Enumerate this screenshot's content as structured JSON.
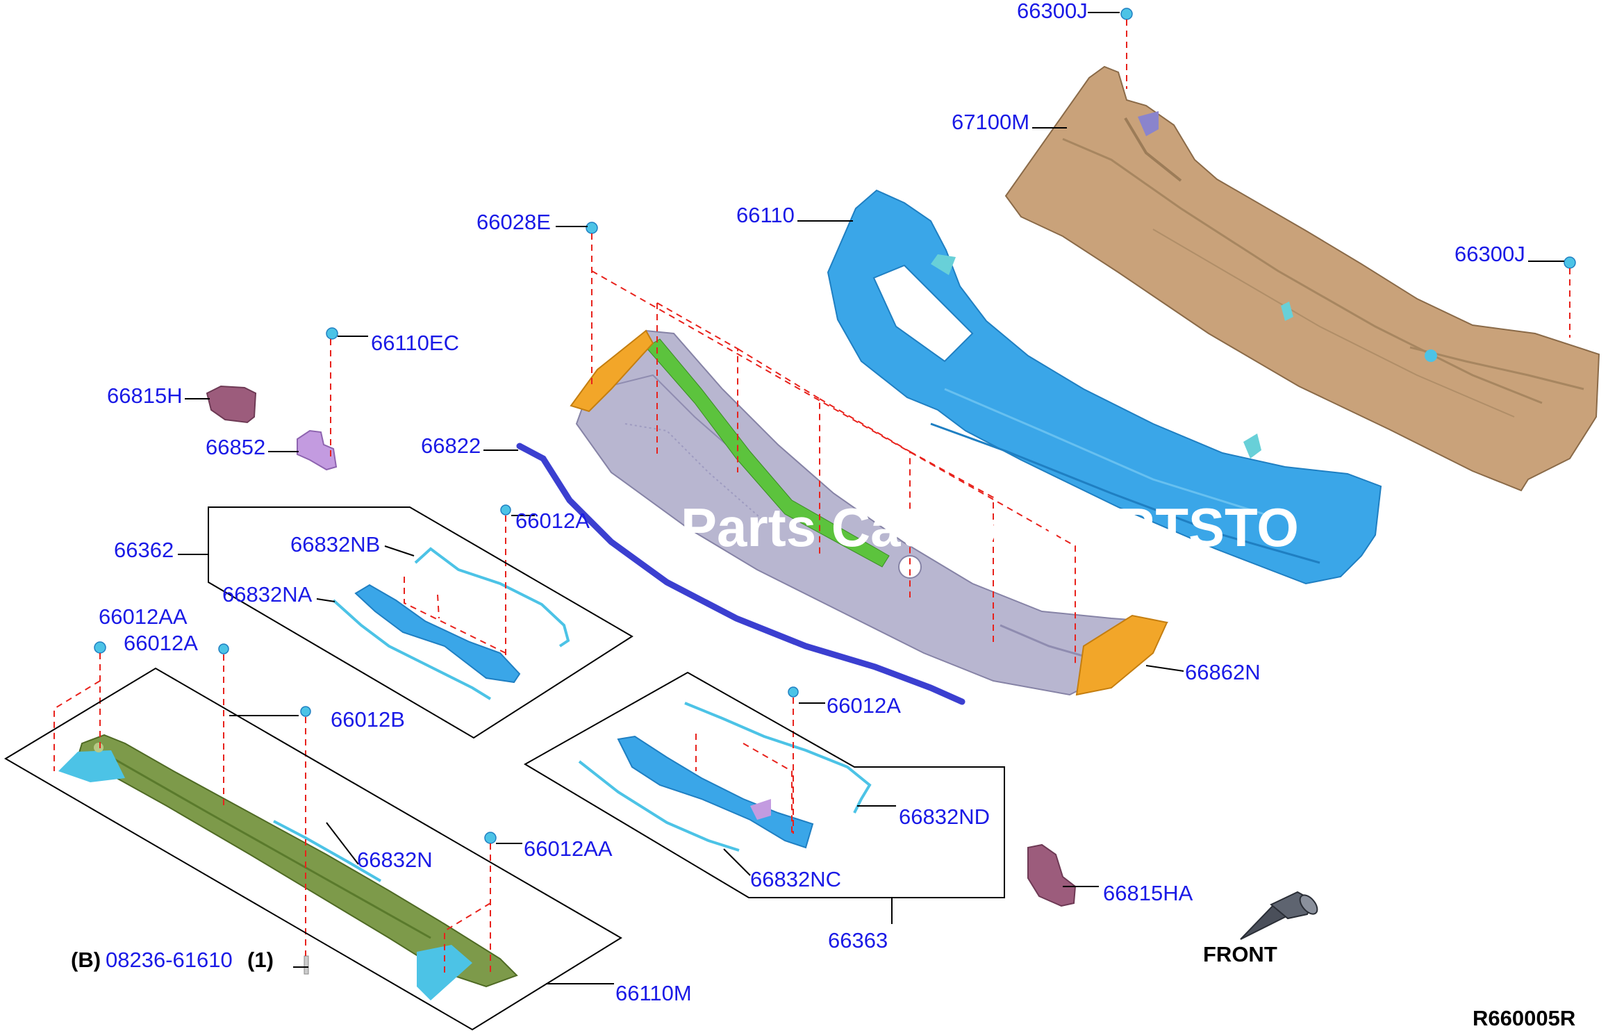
{
  "diagram": {
    "code": "R660005R",
    "front_label": "FRONT",
    "watermark": "Parts Catalog PARTSTO",
    "bolt": {
      "prefix": "(B)",
      "number": "08236-61610",
      "qty": "(1)"
    },
    "labels": {
      "p66300J_top": "66300J",
      "p67100M": "67100M",
      "p66300J_right": "66300J",
      "p66110": "66110",
      "p66028E": "66028E",
      "p66110EC": "66110EC",
      "p66815H": "66815H",
      "p66852": "66852",
      "p66822": "66822",
      "p66012A_mid": "66012A",
      "p66362": "66362",
      "p66832NB": "66832NB",
      "p66832NA": "66832NA",
      "p66012AA_left": "66012AA",
      "p66012A_left": "66012A",
      "p66012B": "66012B",
      "p66832N": "66832N",
      "p66012AA_lower": "66012AA",
      "p66110M": "66110M",
      "p66862N": "66862N",
      "p66012A_right": "66012A",
      "p66832ND": "66832ND",
      "p66832NC": "66832NC",
      "p66363": "66363",
      "p66815HA": "66815HA"
    },
    "colors": {
      "tan_panel": "#c9a27a",
      "blue_panel": "#3aa6e8",
      "grey_cowl": "#b8b6d0",
      "green_seal": "#5cc33d",
      "orange_end": "#f2a629",
      "navy_seal": "#3b3fd0",
      "olive_bar": "#7d9a4a",
      "cyan_part": "#4cc3e6",
      "mauve_part": "#9c5c7c",
      "lilac_part": "#c39be0",
      "label_blue": "#1a1ae6",
      "dash_red": "#e8221c"
    }
  }
}
